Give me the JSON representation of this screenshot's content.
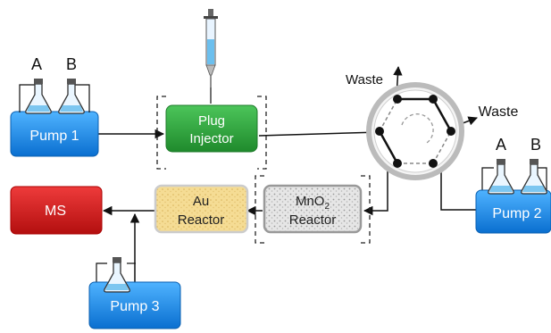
{
  "flasks": {
    "a_label": "A",
    "b_label": "B"
  },
  "pumps": {
    "pump1": "Pump 1",
    "pump2": "Pump 2",
    "pump3": "Pump 3"
  },
  "injector": {
    "line1": "Plug",
    "line2": "Injector"
  },
  "ms": {
    "label": "MS"
  },
  "au_reactor": {
    "line1": "Au",
    "line2": "Reactor"
  },
  "mno2_reactor": {
    "line1_main": "MnO",
    "line1_sub": "2",
    "line2": "Reactor"
  },
  "waste": {
    "top": "Waste",
    "right": "Waste"
  },
  "colors": {
    "pump_blue": "#1e90e6",
    "injector_green": "#2e9e3a",
    "ms_red": "#d81e1e",
    "au_fill": "#f3d98e",
    "mno2_fill": "#d8d8d8"
  }
}
